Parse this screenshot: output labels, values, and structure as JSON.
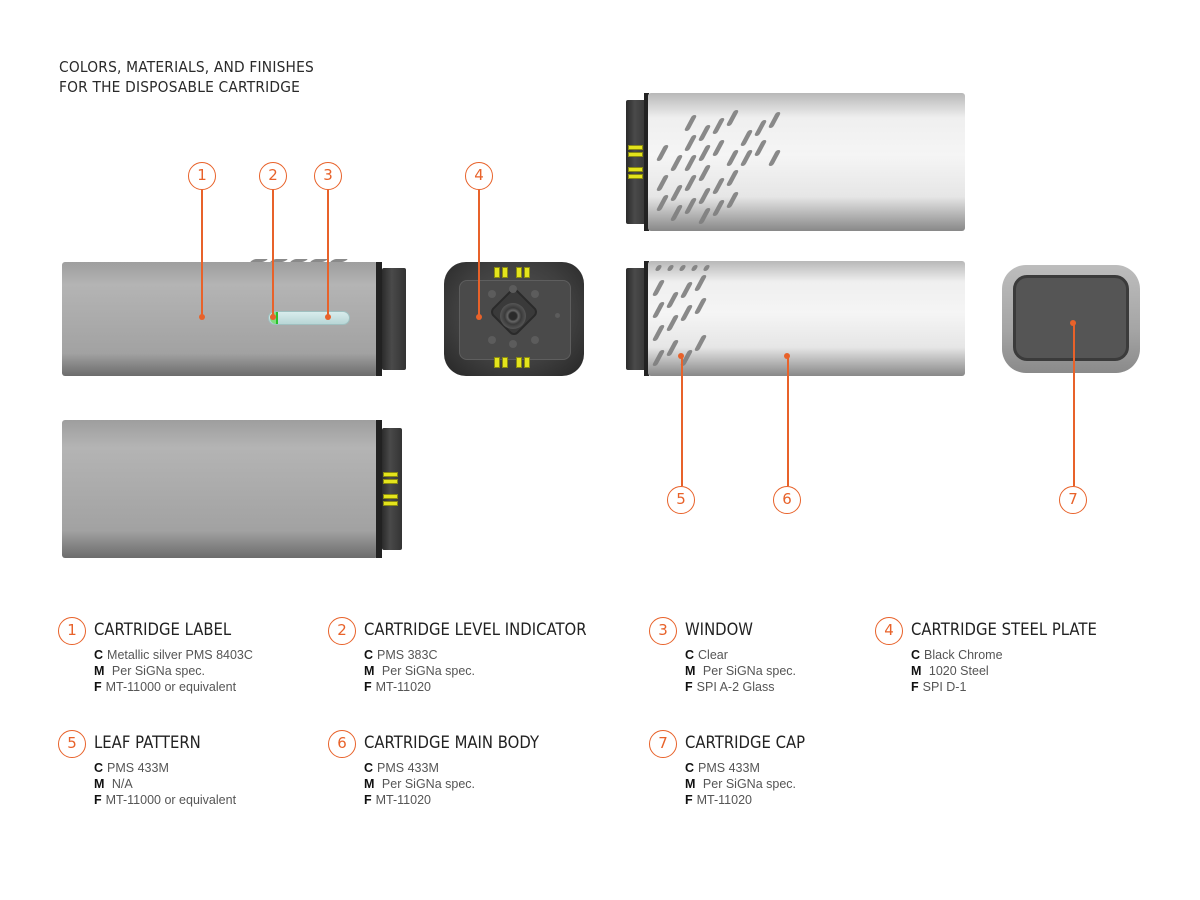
{
  "title": {
    "line1": "COLORS, MATERIALS, AND FINISHES",
    "line2": "FOR THE DISPOSABLE CARTRIDGE"
  },
  "colors": {
    "accent": "#e8622a",
    "contact_yellow": "#e4e41c",
    "indicator_green": "#29c229"
  },
  "callouts": [
    "1",
    "2",
    "3",
    "4",
    "5",
    "6",
    "7"
  ],
  "legend": [
    {
      "num": "1",
      "title": "CARTRIDGE LABEL",
      "c_key": "C",
      "c": "Metallic silver PMS 8403C",
      "m_key": "M",
      "m": "Per SiGNa spec.",
      "f_key": "F",
      "f": "MT-11000 or equivalent"
    },
    {
      "num": "2",
      "title": "CARTRIDGE LEVEL INDICATOR",
      "c_key": "C",
      "c": "PMS 383C",
      "m_key": "M",
      "m": "Per SiGNa spec.",
      "f_key": "F",
      "f": "MT-11020"
    },
    {
      "num": "3",
      "title": "WINDOW",
      "c_key": "C",
      "c": "Clear",
      "m_key": "M",
      "m": "Per SiGNa spec.",
      "f_key": "F",
      "f": "SPI A-2 Glass"
    },
    {
      "num": "4",
      "title": "CARTRIDGE STEEL PLATE",
      "c_key": "C",
      "c": "Black Chrome",
      "m_key": "M",
      "m": "1020 Steel",
      "f_key": "F",
      "f": "SPI D-1"
    },
    {
      "num": "5",
      "title": "LEAF PATTERN",
      "c_key": "C",
      "c": "PMS 433M",
      "m_key": "M",
      "m": "N/A",
      "f_key": "F",
      "f": "MT-11000 or equivalent"
    },
    {
      "num": "6",
      "title": "CARTRIDGE MAIN BODY",
      "c_key": "C",
      "c": "PMS 433M",
      "m_key": "M",
      "m": "Per SiGNa spec.",
      "f_key": "F",
      "f": "MT-11020"
    },
    {
      "num": "7",
      "title": "CARTRIDGE CAP",
      "c_key": "C",
      "c": "PMS 433M",
      "m_key": "M",
      "m": "Per SiGNa spec.",
      "f_key": "F",
      "f": "MT-11020"
    }
  ]
}
